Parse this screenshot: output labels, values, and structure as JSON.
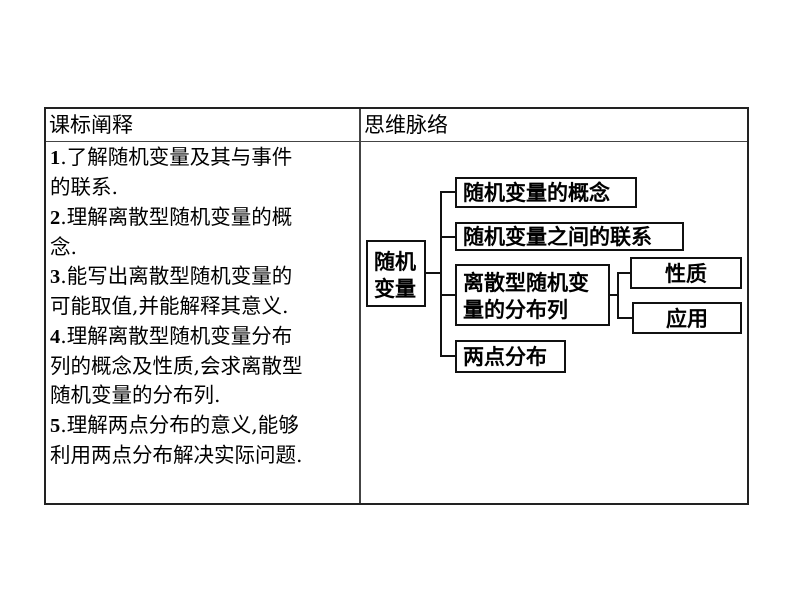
{
  "table": {
    "headers": [
      "课标阐释",
      "思维脉络"
    ],
    "objectives": [
      {
        "num": "1",
        "lines": [
          ".了解随机变量及其与事件",
          "的联系."
        ]
      },
      {
        "num": "2",
        "lines": [
          ".理解离散型随机变量的概",
          "念."
        ]
      },
      {
        "num": "3",
        "lines": [
          ".能写出离散型随机变量的",
          "可能取值,并能解释其意义."
        ]
      },
      {
        "num": "4",
        "lines": [
          ".理解离散型随机变量分布",
          "列的概念及性质,会求离散型",
          "随机变量的分布列."
        ]
      },
      {
        "num": "5",
        "lines": [
          ".理解两点分布的意义,能够",
          "利用两点分布解决实际问题."
        ]
      }
    ]
  },
  "mindmap": {
    "root": [
      "随机",
      "变量"
    ],
    "branches": [
      "随机变量的概念",
      "随机变量之间的联系",
      [
        "离散型随机变",
        "量的分布列"
      ],
      "两点分布"
    ],
    "sub": [
      "性质",
      "应用"
    ]
  }
}
